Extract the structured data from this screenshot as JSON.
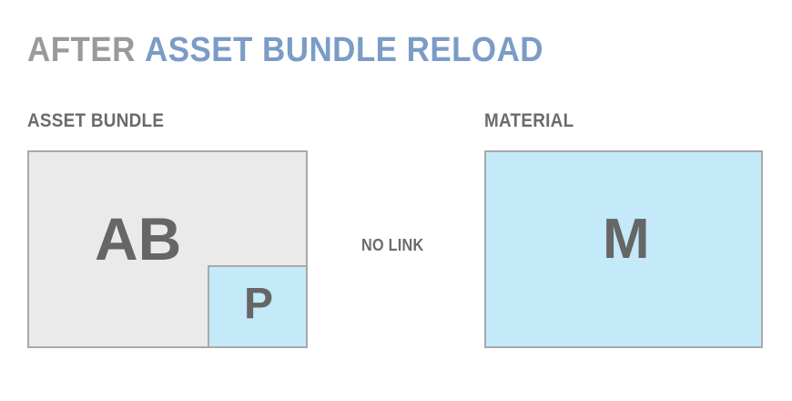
{
  "title": {
    "prefix": "AFTER",
    "highlight": "ASSET BUNDLE RELOAD",
    "prefix_color": "#9a9a9a",
    "highlight_color": "#7a9cc6"
  },
  "diagram": {
    "type": "relationship",
    "background": "#ffffff",
    "panels": [
      {
        "id": "asset-bundle",
        "caption": "ASSET BUNDLE",
        "caption_color": "#6b6b6b",
        "container": {
          "letter": "AB",
          "fill": "#eaeaea",
          "border": "#a9a9a9",
          "letter_color": "#666666"
        },
        "child": {
          "id": "prefab",
          "letter": "P",
          "fill": "#c4e9f8",
          "border": "#a9a9a9",
          "letter_color": "#666666"
        }
      },
      {
        "id": "material",
        "caption": "MATERIAL",
        "caption_color": "#6b6b6b",
        "container": {
          "letter": "M",
          "fill": "#c4e9f8",
          "border": "#a9a9a9",
          "letter_color": "#666666"
        }
      }
    ],
    "connector": {
      "label": "NO LINK",
      "label_color": "#6b6b6b",
      "style": "none"
    }
  }
}
